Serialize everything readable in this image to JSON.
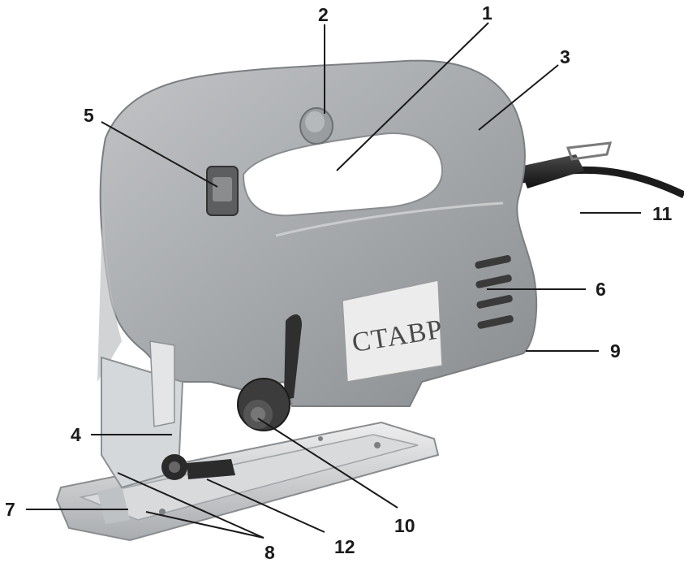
{
  "brand_plate": {
    "text": "СТАВР"
  },
  "callouts": [
    {
      "id": "1",
      "label": "1"
    },
    {
      "id": "2",
      "label": "2"
    },
    {
      "id": "3",
      "label": "3"
    },
    {
      "id": "4",
      "label": "4"
    },
    {
      "id": "5",
      "label": "5"
    },
    {
      "id": "6",
      "label": "6"
    },
    {
      "id": "7",
      "label": "7"
    },
    {
      "id": "8",
      "label": "8"
    },
    {
      "id": "9",
      "label": "9"
    },
    {
      "id": "10",
      "label": "10"
    },
    {
      "id": "11",
      "label": "11"
    },
    {
      "id": "12",
      "label": "12"
    }
  ],
  "colors": {
    "body": "#a9acae",
    "body_dark": "#8d9093",
    "body_light": "#c4c6c8",
    "plate": "#e9eaea",
    "base_metal": "#c9cbcd",
    "black_part": "#2b2b2b",
    "blade": "#d6d9dc"
  }
}
